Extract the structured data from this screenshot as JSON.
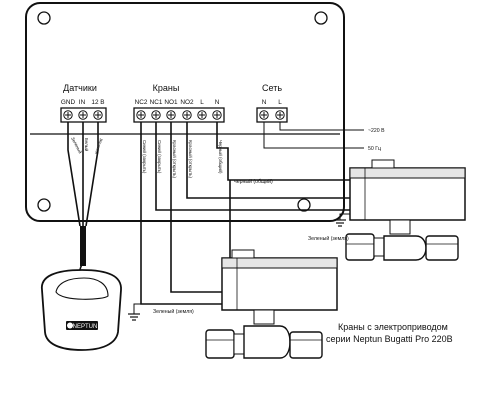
{
  "groups": {
    "sensors": "Датчики",
    "valves": "Краны",
    "network": "Сеть"
  },
  "sensor_terminals": [
    "GND",
    "IN",
    "12 В"
  ],
  "valve_terminals": [
    "NC2",
    "NC1",
    "NO1",
    "NO2",
    "L",
    "N"
  ],
  "network_terminals": [
    "N",
    "L"
  ],
  "sensor_wires": [
    "Зеленый",
    "Белый",
    "Желтый"
  ],
  "valve_wires": [
    "Синий (закрыть)",
    "Синий (закрыть)",
    "Красный (открыть)",
    "Красный (открыть)",
    "Черный (общий)"
  ],
  "labels": {
    "common_black": "черный (общий)",
    "ground_1": "Зеленый (земля)",
    "ground_2": "Зеленый (земля)",
    "voltage": "~220 В",
    "frequency": "50 Гц",
    "sensor_logo": "NEPTUN"
  },
  "caption": {
    "line1": "Краны с электроприводом",
    "line2": "серии Neptun Bugatti Pro 220В"
  }
}
